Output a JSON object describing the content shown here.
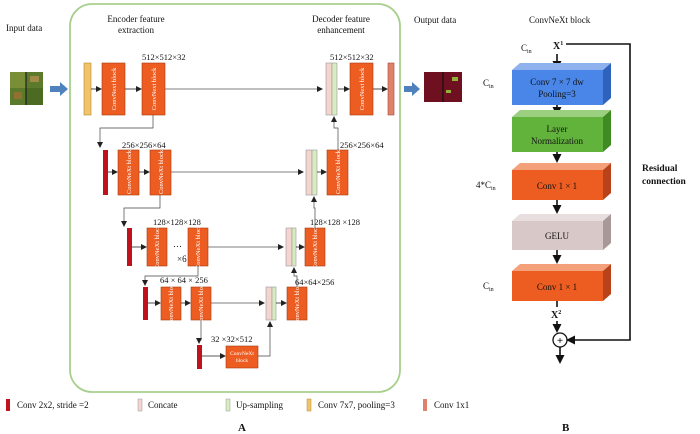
{
  "colors": {
    "panel_border": "#a8d08d",
    "arrow_blue": "#4f81bd",
    "block_orange": "#ed5d21",
    "conv2x2_red": "#c0121c",
    "conv7x7_yellow": "#f0c46a",
    "conv1x1_salmon": "#e0826a",
    "concat_pink": "#f3d4cf",
    "upsample_green": "#d8ecc0",
    "bar_gray": "#d9d6d3",
    "conv7_blue": "#4a86e8",
    "layernorm_green": "#62b33c",
    "gelu_gray": "#d8c8c8"
  },
  "panel_a": {
    "input_label": "Input data",
    "output_label": "Output data",
    "encoder_title": [
      "Encoder feature",
      "extraction"
    ],
    "decoder_title": [
      "Decoder feature",
      "enhancement"
    ],
    "block_label": "ConvNext block",
    "block_label_small": "ConvNeXt block",
    "repeat_label": "×6",
    "ellipsis": "…",
    "dims": {
      "enc1": "512×512×32",
      "dec1": "512×512×32",
      "enc2": "256×256×64",
      "dec2": "256×256×64",
      "enc3": "128×128×128",
      "dec3": "128×128 ×128",
      "enc4": "64 × 64 × 256",
      "dec4": "64×64×256",
      "bottom": "32 ×32×512"
    },
    "panel_letter": "A"
  },
  "panel_b": {
    "title": "ConvNeXt block",
    "input_channel": "C",
    "input_channel_sub": "in",
    "input_x": "X",
    "input_x_sup": "1",
    "output_x": "X",
    "output_x_sup": "2",
    "blocks": [
      {
        "lines": [
          "Conv 7 × 7 dw",
          "Pooling=3"
        ],
        "side": "C",
        "side_sub": "in"
      },
      {
        "lines": [
          "Layer",
          "Normalization"
        ],
        "side": "",
        "side_sub": ""
      },
      {
        "lines": [
          "Conv 1 × 1"
        ],
        "side": "4*C",
        "side_sub": "in"
      },
      {
        "lines": [
          "GELU"
        ],
        "side": "",
        "side_sub": ""
      },
      {
        "lines": [
          "Conv 1 × 1"
        ],
        "side": "C",
        "side_sub": "in"
      }
    ],
    "residual_label": [
      "Residual",
      "connection"
    ],
    "plus": "+",
    "panel_letter": "B"
  },
  "legend": [
    {
      "label": "Conv 2x2, stride =2",
      "color": "#c0121c"
    },
    {
      "label": "Concate",
      "color": "#f3d4cf"
    },
    {
      "label": "Up-sampling",
      "color": "#d8ecc0"
    },
    {
      "label": "Conv 7x7, pooling=3",
      "color": "#f0c46a"
    },
    {
      "label": "Conv 1x1",
      "color": "#e0826a"
    }
  ]
}
